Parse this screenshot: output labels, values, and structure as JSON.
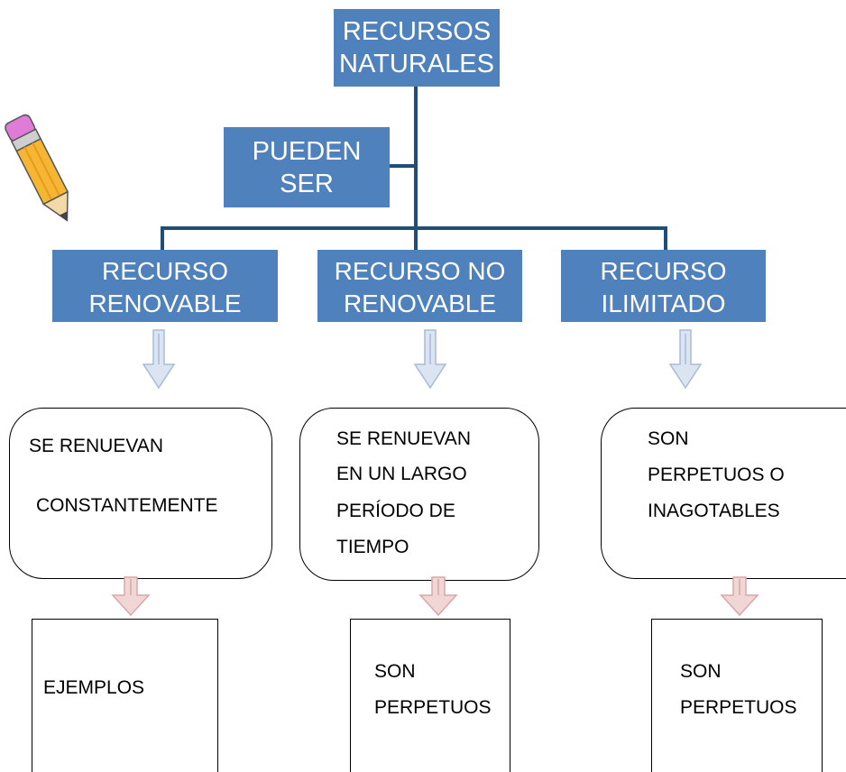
{
  "root": {
    "line1": "RECURSOS",
    "line2": "NATURALES"
  },
  "connector": {
    "line1": "PUEDEN",
    "line2": "SER"
  },
  "categories": [
    {
      "line1": "RECURSO",
      "line2": "RENOVABLE"
    },
    {
      "line1": "RECURSO NO",
      "line2": "RENOVABLE"
    },
    {
      "line1": "RECURSO",
      "line2": "ILIMITADO"
    }
  ],
  "descriptions": [
    {
      "lines": [
        "SE RENUEVAN",
        "CONSTANTEMENTE"
      ]
    },
    {
      "lines": [
        "SE RENUEVAN",
        "EN UN LARGO",
        "PERÍODO DE",
        "TIEMPO"
      ]
    },
    {
      "lines": [
        "SON",
        "PERPETUOS O",
        "INAGOTABLES"
      ]
    }
  ],
  "examples": [
    {
      "lines": [
        "EJEMPLOS"
      ]
    },
    {
      "lines": [
        "SON",
        "PERPETUOS"
      ]
    },
    {
      "lines": [
        "SON",
        "PERPETUOS"
      ]
    }
  ],
  "icons": {
    "decoration": "pencil-icon",
    "down_arrow": "down-arrow-icon"
  },
  "colors": {
    "node_fill": "#4f81bd",
    "connector_line": "#1f4e79",
    "arrow_blue": "#c5d4ea",
    "arrow_red": "#e6b4b4"
  }
}
